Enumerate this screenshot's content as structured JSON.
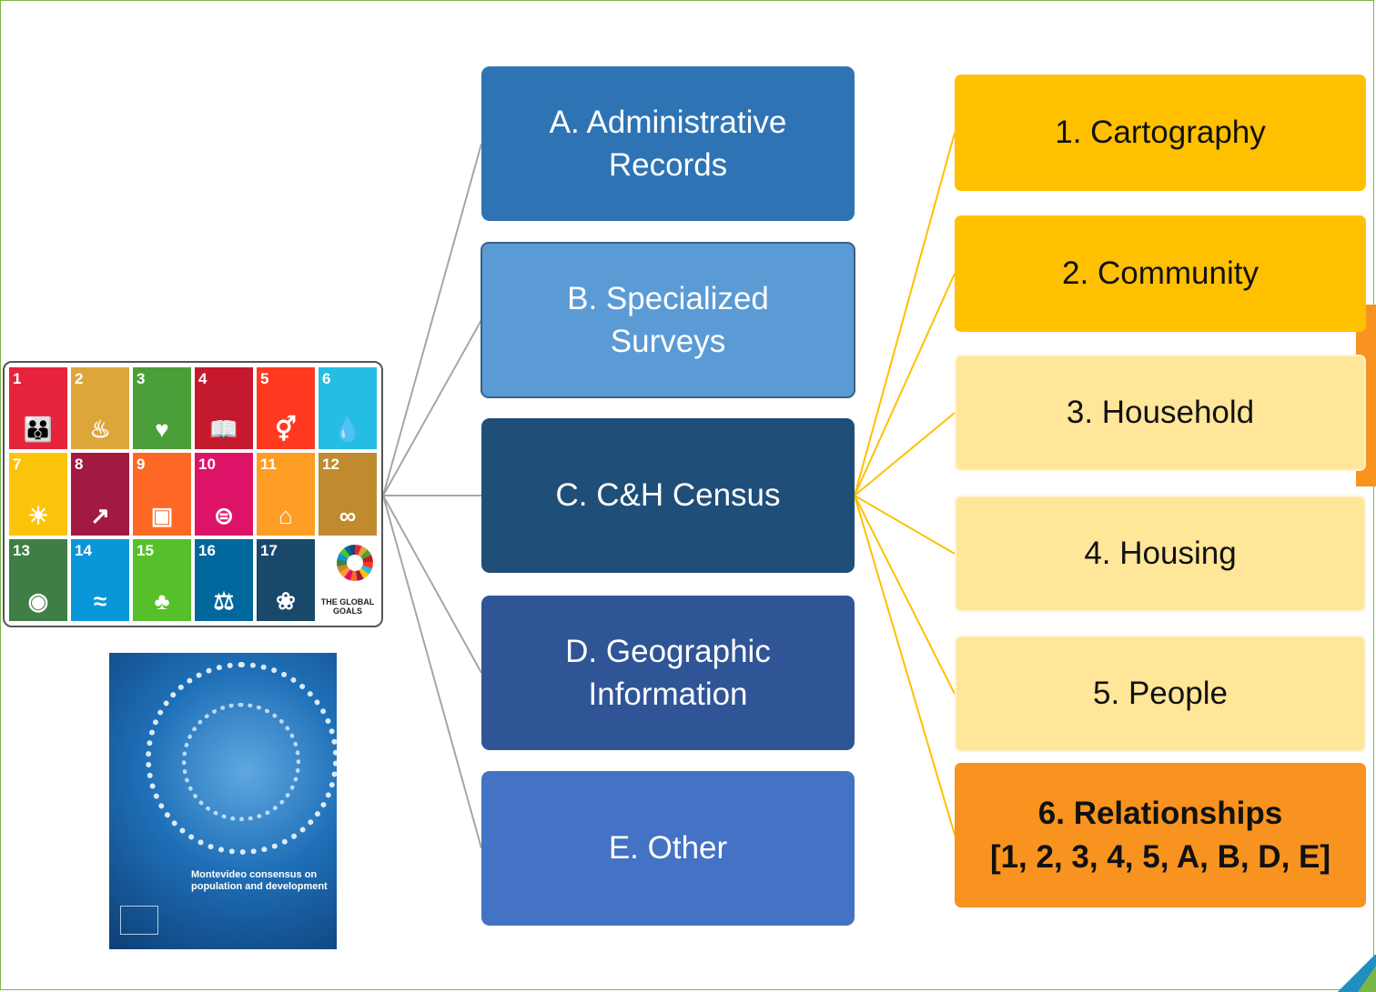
{
  "sdg_goals": [
    {
      "num": "1",
      "icon": "people-icon",
      "color": "#e5243b"
    },
    {
      "num": "2",
      "icon": "bowl-icon",
      "color": "#dda63a"
    },
    {
      "num": "3",
      "icon": "heartbeat-icon",
      "color": "#4c9f38"
    },
    {
      "num": "4",
      "icon": "book-icon",
      "color": "#c5192d"
    },
    {
      "num": "5",
      "icon": "gender-icon",
      "color": "#ff3a21"
    },
    {
      "num": "6",
      "icon": "water-drop-icon",
      "color": "#26bde2"
    },
    {
      "num": "7",
      "icon": "sun-icon",
      "color": "#fcc30b"
    },
    {
      "num": "8",
      "icon": "growth-chart-icon",
      "color": "#a21942"
    },
    {
      "num": "9",
      "icon": "cube-icon",
      "color": "#fd6925"
    },
    {
      "num": "10",
      "icon": "equal-icon",
      "color": "#dd1367"
    },
    {
      "num": "11",
      "icon": "city-icon",
      "color": "#fd9d24"
    },
    {
      "num": "12",
      "icon": "infinity-icon",
      "color": "#bf8b2e"
    },
    {
      "num": "13",
      "icon": "eye-globe-icon",
      "color": "#3f7e44"
    },
    {
      "num": "14",
      "icon": "fish-icon",
      "color": "#0a97d9"
    },
    {
      "num": "15",
      "icon": "tree-icon",
      "color": "#56c02b"
    },
    {
      "num": "16",
      "icon": "dove-icon",
      "color": "#00689d"
    },
    {
      "num": "17",
      "icon": "rings-icon",
      "color": "#19486a"
    }
  ],
  "global_goals_label": "THE GLOBAL GOALS",
  "book_title": "Montevideo consensus on population and development",
  "sources": {
    "a": [
      "A. Administrative",
      "Records"
    ],
    "b": [
      "B. Specialized",
      "Surveys"
    ],
    "c": "C. C&H Census",
    "d": [
      "D. Geographic",
      "Information"
    ],
    "e": "E. Other"
  },
  "categories": {
    "r1": "1. Cartography",
    "r2": "2. Community",
    "r3": "3. Household",
    "r4": "4. Housing",
    "r5": "5. People",
    "r6": [
      "6. Relationships",
      "[1, 2, 3, 4, 5, A, B, D, E]"
    ]
  },
  "colors": {
    "border_green": "#7ab648",
    "connector_gray": "#a6a6a6",
    "connector_gold": "#ffc000"
  }
}
